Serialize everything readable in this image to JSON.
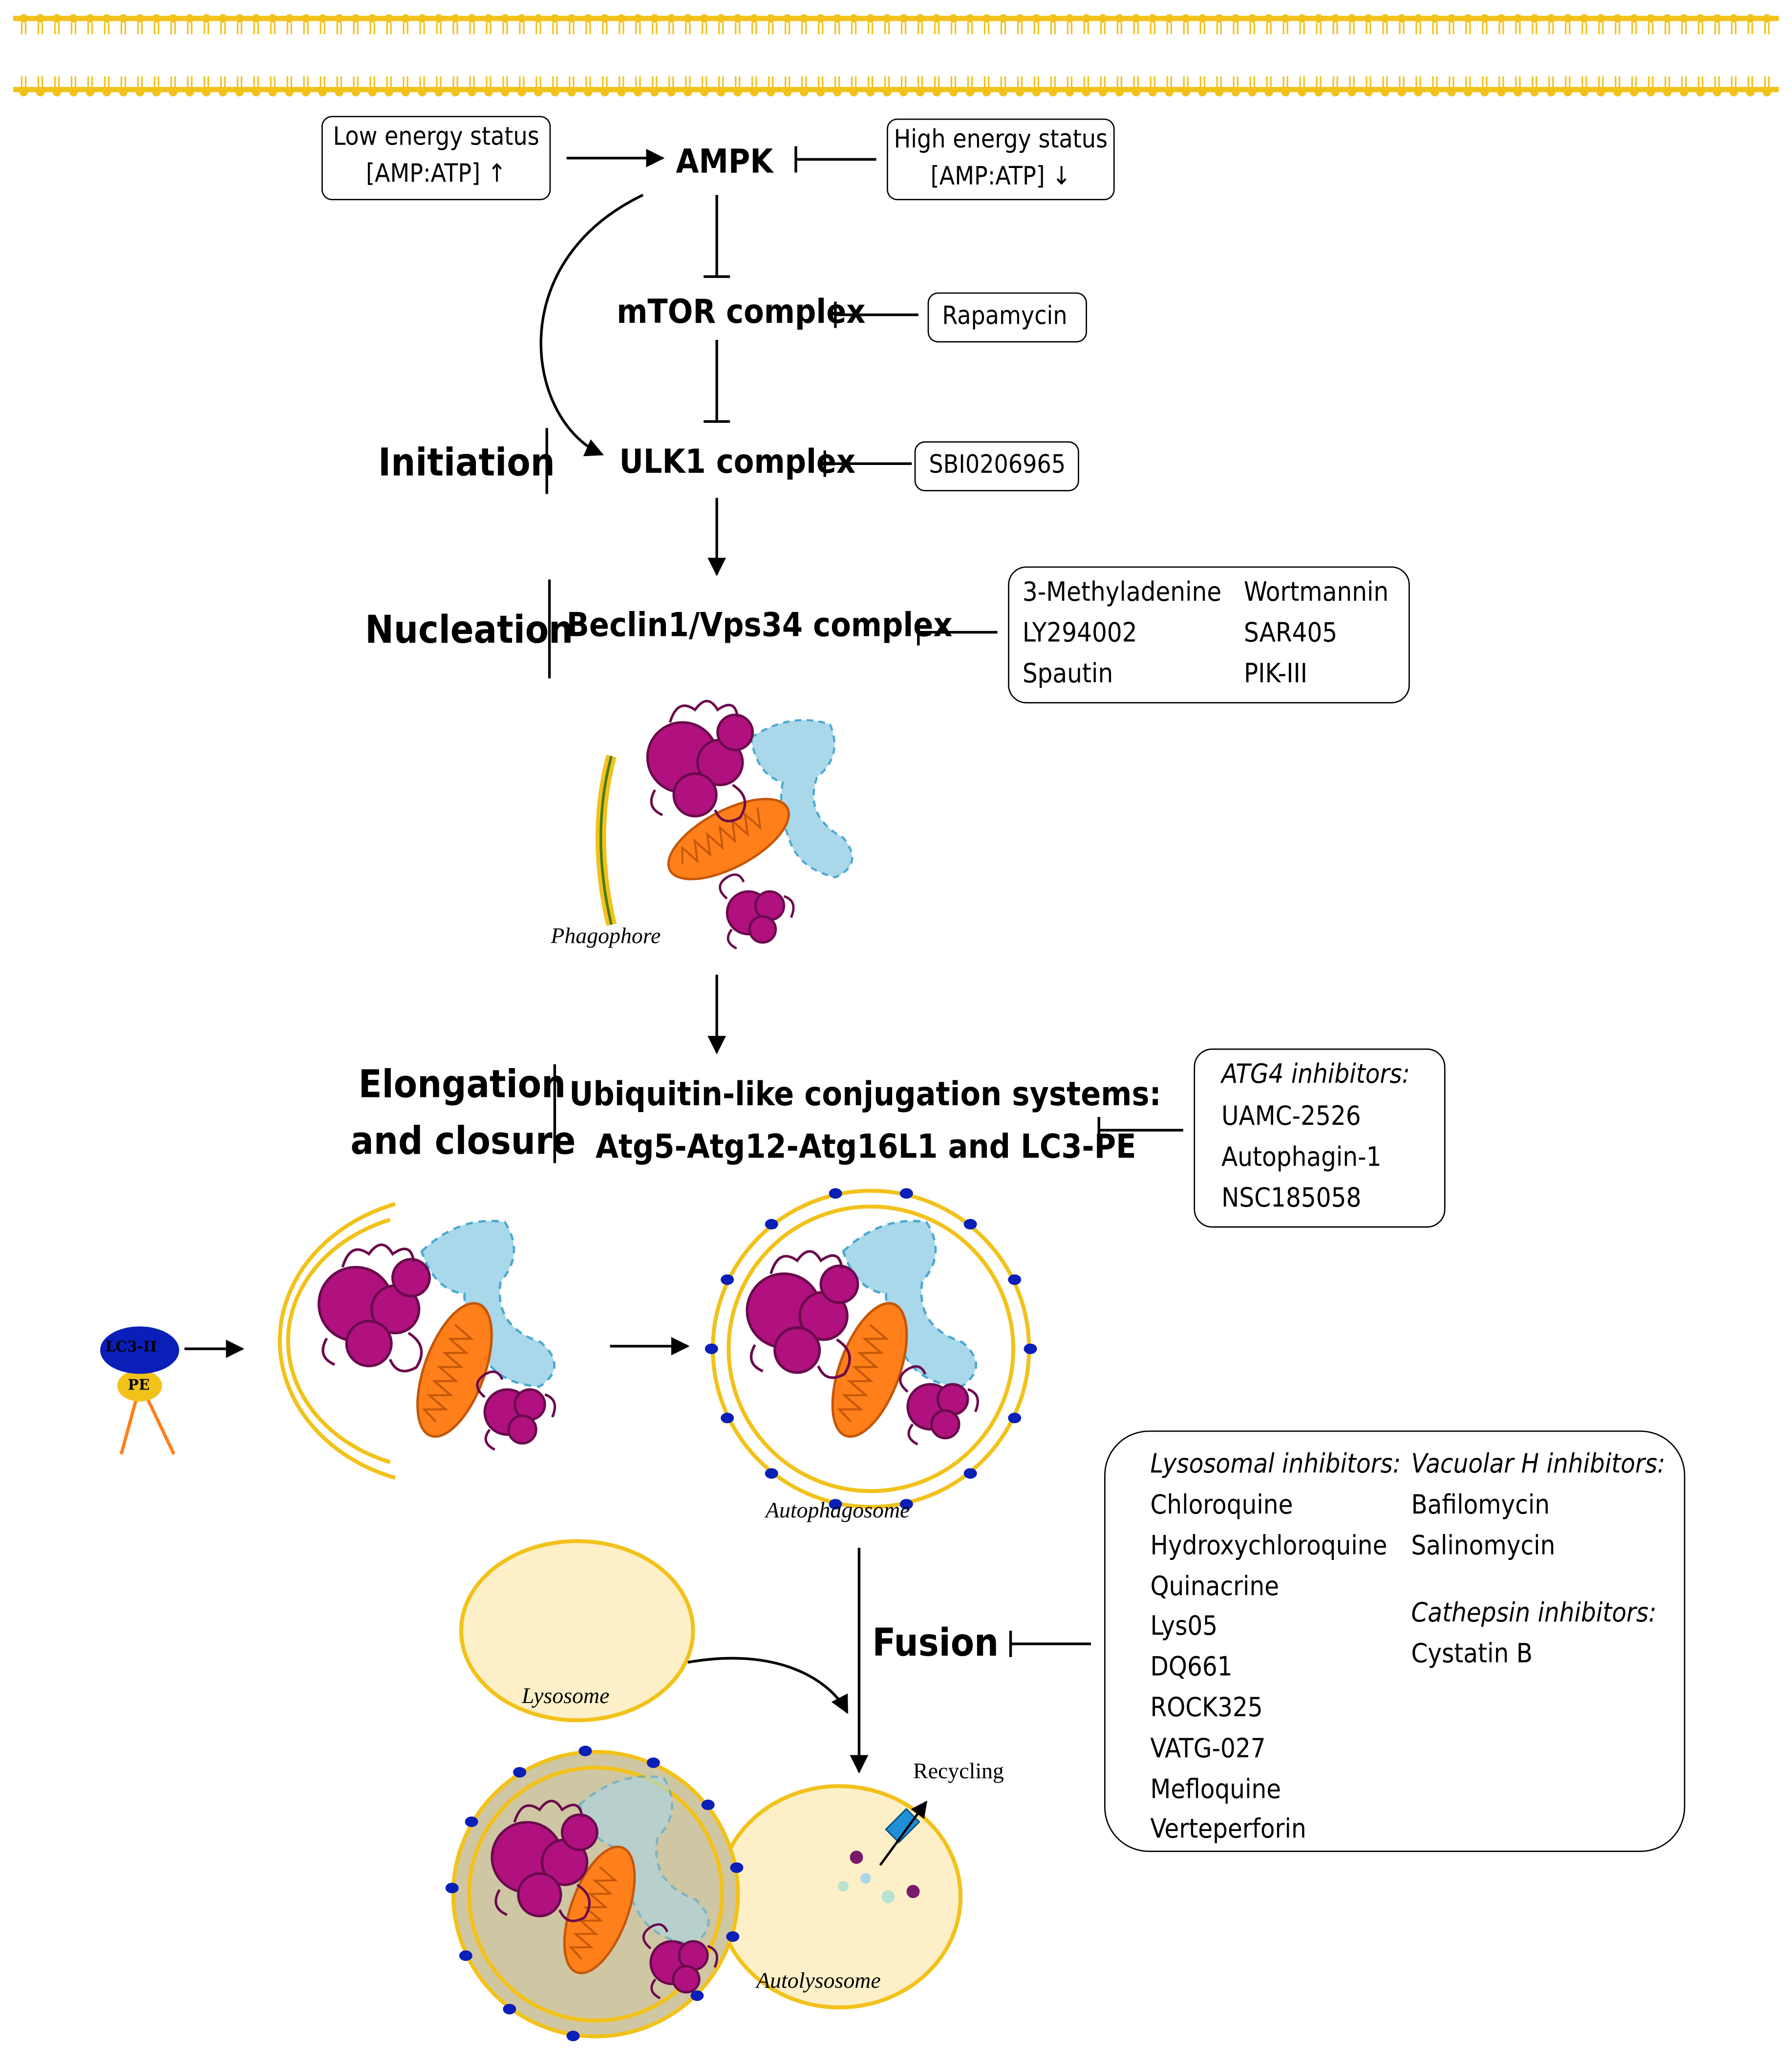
{
  "colors": {
    "membrane": "#f2c21b",
    "organelle_magenta": "#b0117f",
    "mito_orange": "#ff7f1a",
    "er_blue": "#a8d8ea",
    "lc3_blue": "#0a1fb8",
    "lysosome_fill": "#fdf0c8",
    "autolysosome_fill": "#cfc6a3"
  },
  "top": {
    "low_energy": {
      "line1": "Low energy status",
      "line2": "[AMP:ATP] ↑"
    },
    "high_energy": {
      "line1": "High energy status",
      "line2": "[AMP:ATP] ↓"
    },
    "ampk": "AMPK",
    "mtor": "mTOR complex",
    "rapamycin": "Rapamycin",
    "ulk1": "ULK1 complex",
    "sbi": "SBI0206965"
  },
  "stages": {
    "initiation": "Initiation",
    "nucleation": "Nucleation",
    "elongation_line1": "Elongation",
    "elongation_line2": "and closure",
    "fusion": "Fusion"
  },
  "nucleation": {
    "complex": "Beclin1/Vps34 complex",
    "inhibitors": [
      "3-Methyladenine",
      "LY294002",
      "Spautin",
      "Wortmannin",
      "SAR405",
      "PIK-III"
    ]
  },
  "phagophore_label": "Phagophore",
  "elongation": {
    "line1": "Ubiquitin-like conjugation systems:",
    "line2": "Atg5-Atg12-Atg16L1 and LC3-PE",
    "atg4_title": "ATG4 inhibitors:",
    "atg4_items": [
      "UAMC-2526",
      "Autophagin-1",
      "NSC185058"
    ]
  },
  "lc3_label": "LC3-II",
  "pe_label": "PE",
  "autophagosome_label": "Autophagosome",
  "lysosome_label": "Lysosome",
  "autolysosome_label": "Autolysosome",
  "recycling_label": "Recycling",
  "fusion_box": {
    "lyso_title": "Lysosomal inhibitors:",
    "lyso_items": [
      "Chloroquine",
      "Hydroxychloroquine",
      "Quinacrine",
      "Lys05",
      "DQ661",
      "ROCK325",
      "VATG-027",
      "Mefloquine",
      "Verteperforin"
    ],
    "vac_title": "Vacuolar H inhibitors:",
    "vac_items": [
      "Bafilomycin",
      "Salinomycin"
    ],
    "cath_title": "Cathepsin inhibitors:",
    "cath_items": [
      "Cystatin B"
    ]
  }
}
